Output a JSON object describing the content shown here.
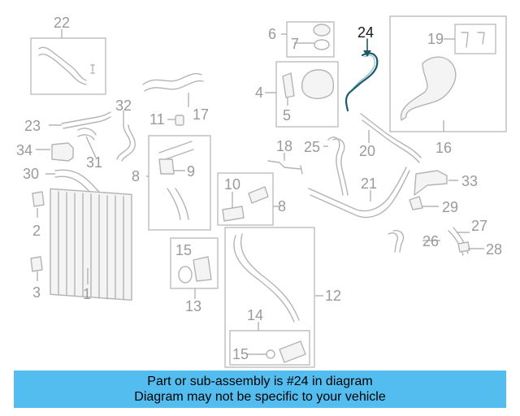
{
  "labels": {
    "p1": "1",
    "p2": "2",
    "p3": "3",
    "p4": "4",
    "p5": "5",
    "p6": "6",
    "p7": "7",
    "p8a": "8",
    "p8b": "8",
    "p9": "9",
    "p10": "10",
    "p11": "11",
    "p12": "12",
    "p13": "13",
    "p14": "14",
    "p15a": "15",
    "p15b": "15",
    "p16": "16",
    "p17": "17",
    "p18": "18",
    "p19": "19",
    "p20": "20",
    "p21": "21",
    "p22": "22",
    "p23": "23",
    "p24": "24",
    "p25": "25",
    "p26": "26",
    "p27": "27",
    "p28": "28",
    "p29": "29",
    "p30": "30",
    "p31": "31",
    "p32": "32",
    "p33": "33",
    "p34": "34"
  },
  "highlight": {
    "part_number": "24",
    "color": "#1e5a66"
  },
  "banner": {
    "line1": "Part or sub-assembly is #24 in diagram",
    "line2": "Diagram may not be specific to your vehicle",
    "background": "#54bdf0"
  }
}
